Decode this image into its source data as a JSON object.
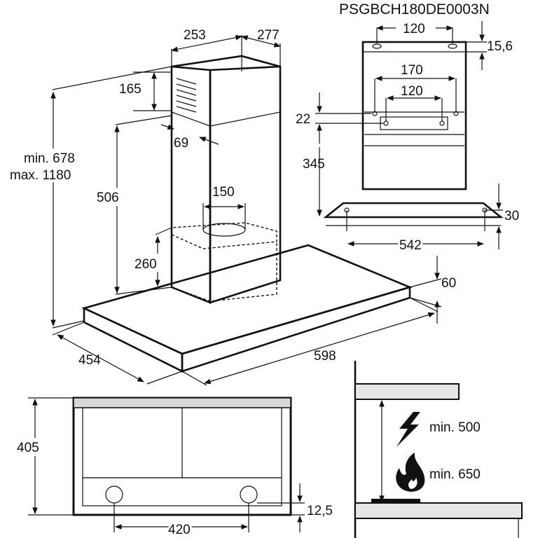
{
  "model_code": "PSGBCH180DE0003N",
  "main_view": {
    "chimney_width": "253",
    "chimney_depth": "277",
    "vent_height": "165",
    "total_height": [
      "min. 678",
      "max. 1180"
    ],
    "vent_offset": "69",
    "chimney_lower_height": "506",
    "outlet_diameter": "150",
    "filter_height": "260",
    "canopy_height": "60",
    "canopy_depth": "454",
    "canopy_width": "598"
  },
  "bracket_view": {
    "hole_spacing_top": "120",
    "top_offset": "15,6",
    "bracket_width": "170",
    "bracket_hole_spacing": "120",
    "bracket_offset": "22",
    "bracket_height": "345",
    "base_offset": "30",
    "base_hole_spacing": "542"
  },
  "bottom_view": {
    "depth": "405",
    "light_spacing": "420",
    "light_offset": "12,5"
  },
  "clearance_view": {
    "electric_label": "min. 500",
    "gas_label": "min. 650",
    "icons": [
      "lightning-icon",
      "flame-icon"
    ]
  }
}
